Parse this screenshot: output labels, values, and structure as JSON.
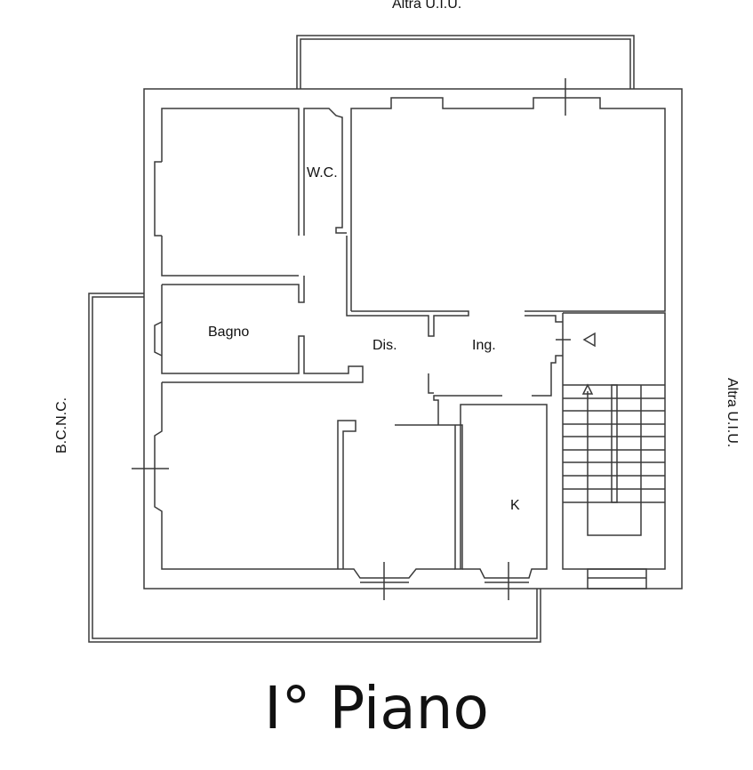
{
  "neighbors": {
    "top": "Altra U.I.U.",
    "right": "Altra U.I.U.",
    "left": "B.C.N.C."
  },
  "rooms": {
    "wc": "W.C.",
    "bagno": "Bagno",
    "dis": "Dis.",
    "ing": "Ing.",
    "k": "K"
  },
  "title": "I° Piano"
}
